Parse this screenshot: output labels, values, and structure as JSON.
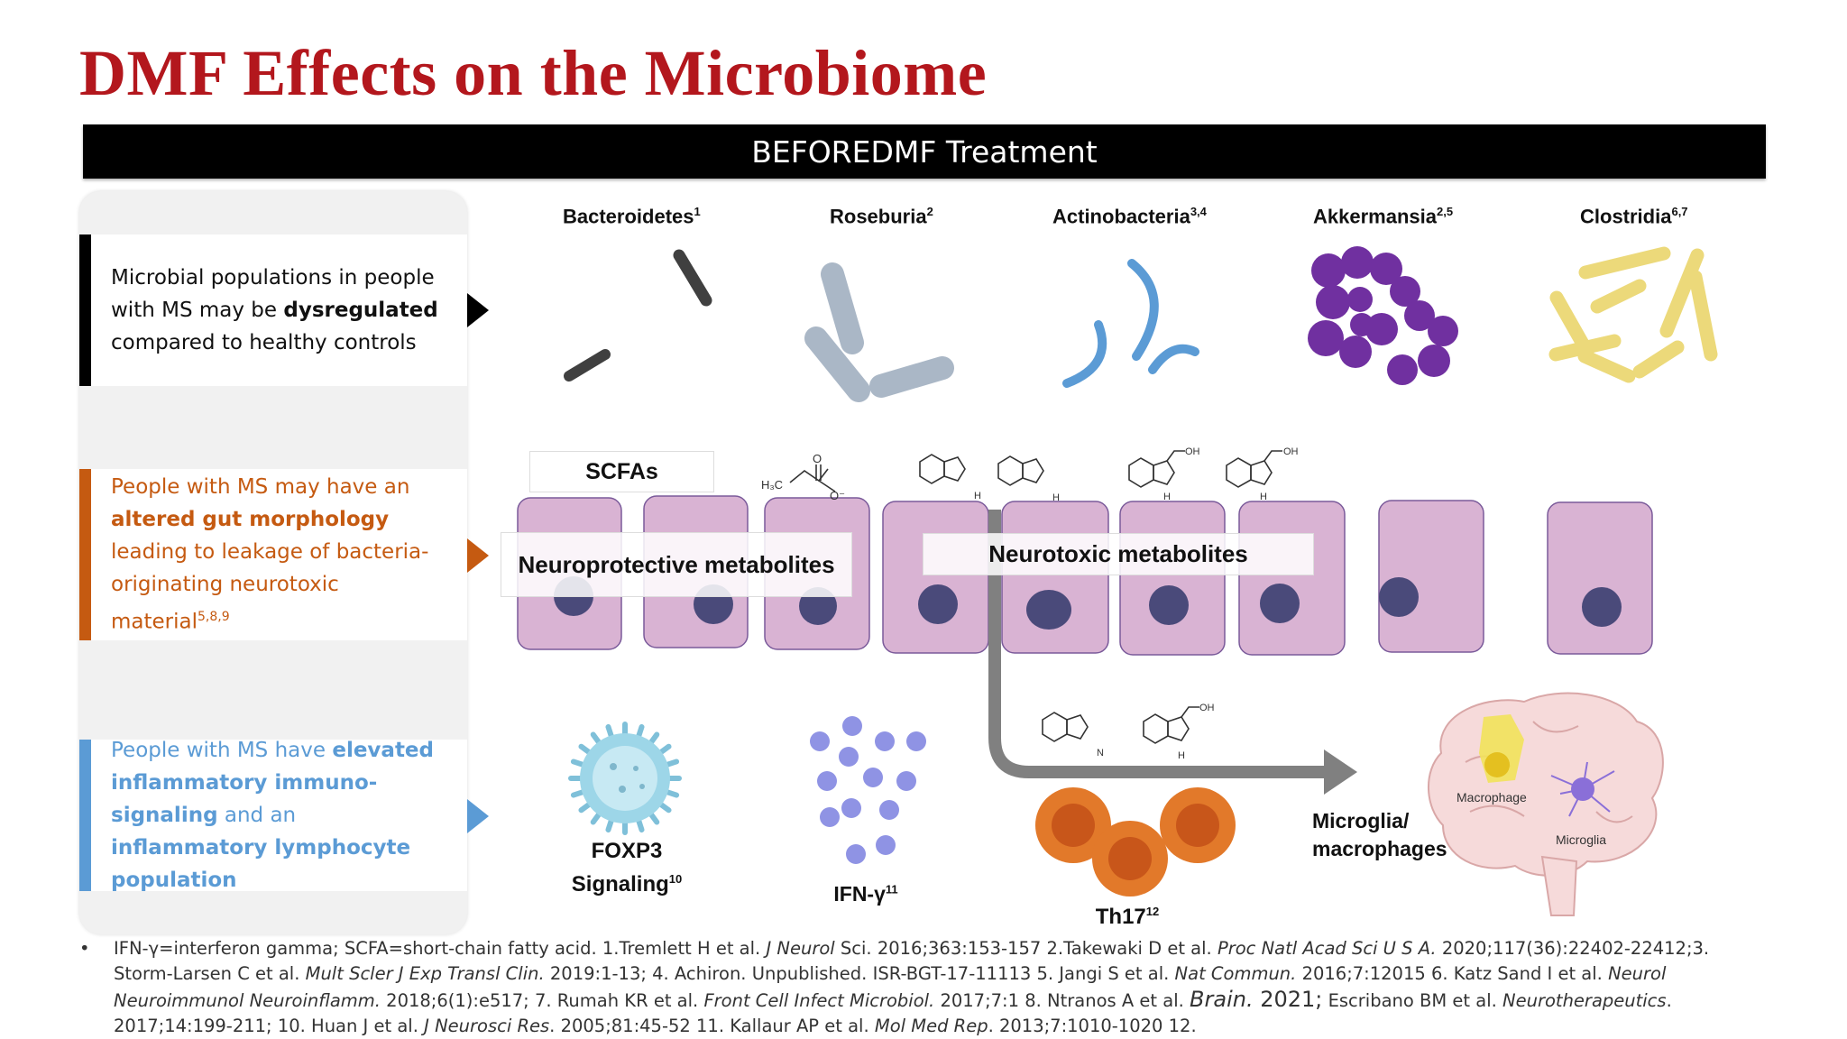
{
  "title": "DMF Effects on the Microbiome",
  "banner": {
    "strong": "BEFORE",
    "rest": " DMF Treatment"
  },
  "panels": [
    {
      "text_pre": "Microbial populations in people with MS may be ",
      "bold": "dysregulated",
      "text_post": " compared to healthy controls",
      "color": "#000000"
    },
    {
      "text_pre": "People with MS may have an ",
      "bold": "altered gut morphology",
      "text_post": " leading to leakage of bacteria-originating neurotoxic material",
      "sup": "5,8,9",
      "color": "#c55a11"
    },
    {
      "text_pre": "People with MS have ",
      "bold": "elevated inflammatory immuno-signaling",
      "text_mid": " and an ",
      "bold2": "inflammatory lymphocyte population",
      "color": "#5b9bd5"
    }
  ],
  "bacteria": [
    {
      "name": "Bacteroidetes",
      "sup": "1",
      "color": "#404040"
    },
    {
      "name": "Roseburia",
      "sup": "2",
      "color": "#aab7c6"
    },
    {
      "name": "Actinobacteria",
      "sup": "3,4",
      "color": "#5b9bd5"
    },
    {
      "name": "Akkermansia",
      "sup": "2,5",
      "color": "#7030a0"
    },
    {
      "name": "Clostridia",
      "sup": "6,7",
      "color": "#ecd97a"
    }
  ],
  "metabolites": {
    "scfa": "SCFAs",
    "protective": "Neuroprotective metabolites",
    "toxic": "Neurotoxic metabolites"
  },
  "chem": {
    "h3c": "H₃C",
    "o": "O",
    "o_minus": "O⁻",
    "oh": "OH",
    "h": "H",
    "n": "N"
  },
  "immune": {
    "foxp3_line1": "FOXP3",
    "foxp3_line2": "Signaling",
    "foxp3_sup": "10",
    "ifng": "IFN-γ",
    "ifng_sup": "11",
    "th17": "Th17",
    "th17_sup": "12",
    "microglia_line1": "Microglia/",
    "microglia_line2": "macrophages",
    "brain_macrophage": "Macrophage",
    "brain_microglia": "Microglia"
  },
  "colors": {
    "title": "#b3171d",
    "cell_fill": "#d9b3d3",
    "cell_nucleus": "#4a4a7a",
    "foxp3": "#9dd6e8",
    "ifng": "#8f93e4",
    "th17": "#e2792a",
    "arrow": "#808080"
  },
  "footer": {
    "bullet": "•",
    "s01": "IFN-γ=interferon gamma; SCFA=short-chain fatty acid. 1.Tremlett H et al. ",
    "i01": "J Neurol",
    "s02": " Sci. 2016;363:153-157 2.Takewaki D et al. ",
    "i02": "Proc Natl Acad Sci U S A.",
    "s03": " 2020;117(36):22402-22412;3. Storm-Larsen C et al. ",
    "i03": "Mult Scler J Exp Transl Clin.",
    "s04": " 2019:1-13; 4. Achiron. Unpublished. ISR-BGT-17-11113 5. Jangi S et al. ",
    "i04": "Nat Commun.",
    "s05": " 2016;7:12015 6. Katz Sand I et al. ",
    "i05": "Neurol Neuroimmunol Neuroinflamm.",
    "s06": " 2018;6(1):e517;  7. Rumah KR et al. ",
    "i06": "Front Cell Infect Microbiol.",
    "s07": " 2017;7:1 8. Ntranos A et al. ",
    "i07": "Brain.",
    "s08": " 2021;",
    "s09": " Escribano BM et al. ",
    "i08": "Neurotherapeutics",
    "s10": ". 2017;14:199-211; 10. Huan J et al. ",
    "i09": "J Neurosci Res",
    "s11": ". 2005;81:45-52 11. Kallaur AP et al. ",
    "i10": "Mol Med Rep",
    "s12": ". 2013;7:1010-1020 12."
  }
}
